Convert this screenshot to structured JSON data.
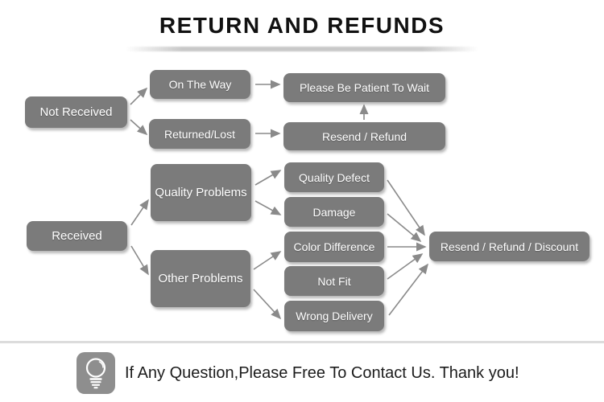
{
  "title": "RETURN AND REFUNDS",
  "colors": {
    "node_fill": "#7b7b7b",
    "node_text": "#ffffff",
    "arrow": "#8a8a8a",
    "divider": "#dcdcdc",
    "icon_fill": "#8e8e8e",
    "title_text": "#111111"
  },
  "flowchart": {
    "nodes": {
      "not_received": {
        "label": "Not Received"
      },
      "on_the_way": {
        "label": "On The Way"
      },
      "returned_lost": {
        "label": "Returned/Lost"
      },
      "please_wait": {
        "label": "Please Be Patient To Wait"
      },
      "resend_refund": {
        "label": "Resend / Refund"
      },
      "received": {
        "label": "Received"
      },
      "quality_problems": {
        "label": "Quality Problems"
      },
      "other_problems": {
        "label": "Other Problems"
      },
      "quality_defect": {
        "label": "Quality Defect"
      },
      "damage": {
        "label": "Damage"
      },
      "color_difference": {
        "label": "Color Difference"
      },
      "not_fit": {
        "label": "Not Fit"
      },
      "wrong_delivery": {
        "label": "Wrong Delivery"
      },
      "resend_refund_discount": {
        "label": "Resend / Refund / Discount"
      }
    },
    "edges": [
      {
        "from": "not_received",
        "to": "on_the_way"
      },
      {
        "from": "not_received",
        "to": "returned_lost"
      },
      {
        "from": "on_the_way",
        "to": "please_wait"
      },
      {
        "from": "returned_lost",
        "to": "resend_refund"
      },
      {
        "from": "resend_refund",
        "to": "please_wait"
      },
      {
        "from": "received",
        "to": "quality_problems"
      },
      {
        "from": "received",
        "to": "other_problems"
      },
      {
        "from": "quality_problems",
        "to": "quality_defect"
      },
      {
        "from": "quality_problems",
        "to": "damage"
      },
      {
        "from": "other_problems",
        "to": "color_difference"
      },
      {
        "from": "other_problems",
        "to": "wrong_delivery"
      },
      {
        "from": "quality_defect",
        "to": "resend_refund_discount"
      },
      {
        "from": "damage",
        "to": "resend_refund_discount"
      },
      {
        "from": "color_difference",
        "to": "resend_refund_discount"
      },
      {
        "from": "not_fit",
        "to": "resend_refund_discount"
      },
      {
        "from": "wrong_delivery",
        "to": "resend_refund_discount"
      }
    ]
  },
  "footer": {
    "icon": "lightbulb-icon",
    "message": "If Any Question,Please Free To Contact Us. Thank you!"
  }
}
